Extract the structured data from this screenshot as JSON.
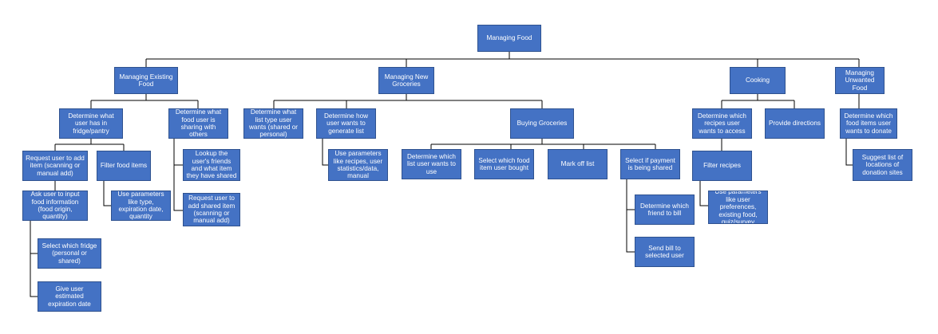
{
  "nodes": {
    "root": "Managing Food",
    "existing": "Managing Existing Food",
    "groceries": "Managing New Groceries",
    "cooking": "Cooking",
    "unwanted": "Managing Unwanted Food",
    "fridge": "Determine what user has in fridge/pantry",
    "sharing": "Determine what food user is sharing with others",
    "add_item": "Request user to add item (scanning or manual add)",
    "filter_food": "Filter food items",
    "input_info": "Ask user to input food information (food origin, quantity)",
    "filter_params": "Use parameters like type, expiration date, quantity",
    "select_fridge": "Select which fridge (personal or shared)",
    "expiration": "Give user estimated expiration date",
    "lookup_friends": "Lookup the user's friends and what item they have shared",
    "add_shared": "Request user to add shared item (scanning or manual add)",
    "list_type": "Determine what list type user wants (shared or personal)",
    "generate_list": "Determine how user wants to generate list",
    "gen_params": "Use parameters like recipes, user statistics/data, manual",
    "buying": "Buying Groceries",
    "which_list": "Determine which list user wants to use",
    "food_bought": "Select which food item user bought",
    "mark_off": "Mark off list",
    "payment_shared": "Select if payment is being shared",
    "which_friend": "Determine which friend to bill",
    "send_bill": "Send bill to selected user",
    "recipes_access": "Determine which recipes user wants to access",
    "directions": "Provide directions",
    "filter_recipes": "Filter recipes",
    "recipe_params": "Use parameters like user preferences, existing food, quiz/survey",
    "donate": "Determine which food items user wants to donate",
    "donation_sites": "Suggest list of locations of donation sites"
  },
  "colors": {
    "box_fill": "#4472c4",
    "box_border": "#2f528f",
    "box_text": "#ffffff",
    "connector": "#000000"
  }
}
